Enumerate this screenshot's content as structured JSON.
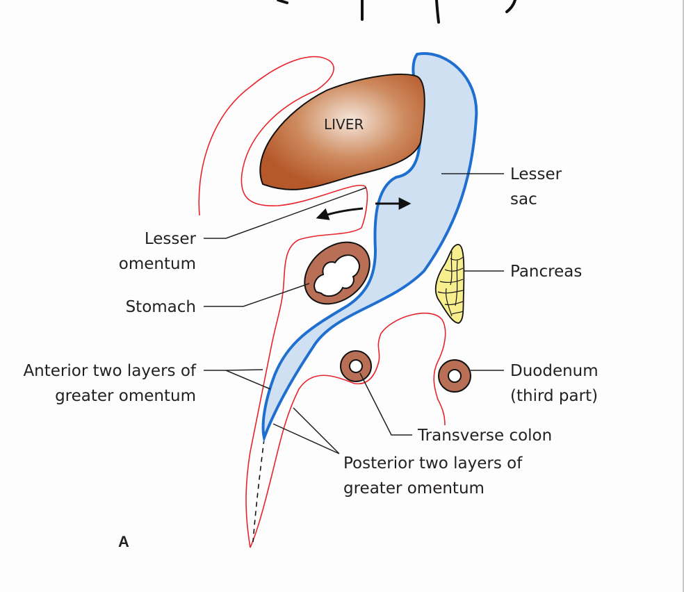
{
  "figure": {
    "panel_label": "A",
    "organs": {
      "liver": "LIVER"
    },
    "labels": {
      "lesser_sac": [
        "Lesser",
        "sac"
      ],
      "lesser_omentum": [
        "Lesser",
        "omentum"
      ],
      "pancreas": "Pancreas",
      "stomach": "Stomach",
      "anterior_layers": [
        "Anterior two layers of",
        "greater omentum"
      ],
      "duodenum": [
        "Duodenum",
        "(third part)"
      ],
      "transverse_colon": "Transverse colon",
      "posterior_layers": [
        "Posterior two layers of",
        "greater omentum"
      ]
    },
    "colors": {
      "peritoneum_line": "#e8232b",
      "lesser_sac_fill": "#cfe0f3",
      "lesser_sac_edge": "#1f6fd1",
      "liver_fill": "#b5582a",
      "liver_highlight": "#f6e7dc",
      "gut_wall": "#b86f55",
      "pancreas_fill": "#f7ee8e",
      "leader_line": "#231f20"
    }
  }
}
